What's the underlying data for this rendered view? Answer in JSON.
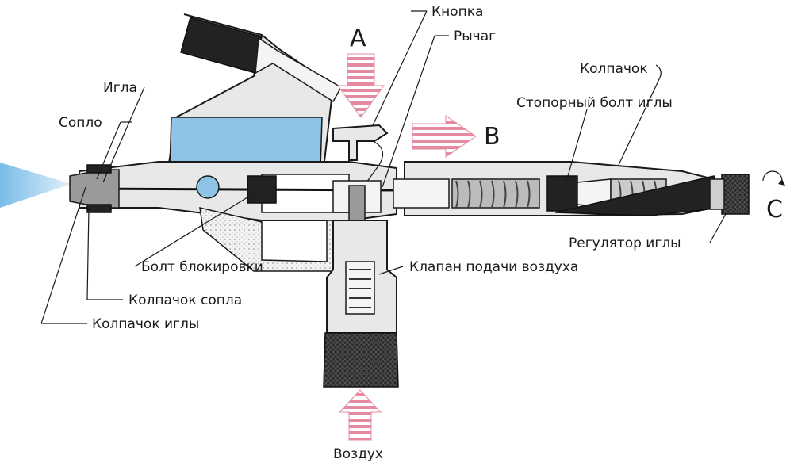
{
  "labels": {
    "knopka": "Кнопка",
    "rychag": "Рычаг",
    "kolpachok": "Колпачок",
    "stopornyi_bolt": "Стопорный болт иглы",
    "igla": "Игла",
    "soplo": "Сопло",
    "bolt_blokirovki": "Болт блокировки",
    "kolpachok_sopla": "Колпачок сопла",
    "kolpachok_igly": "Колпачок иглы",
    "klapan": "Клапан подачи воздуха",
    "regulyator": "Регулятор иглы",
    "vozdukh": "Воздух"
  },
  "letters": {
    "a": "A",
    "b": "B",
    "c": "C"
  },
  "colors": {
    "paint": "#8fc3e6",
    "spray": "#6ab4e6",
    "arrow": "#e58aa0",
    "metal": "#e8e8e8",
    "dark": "#222222"
  }
}
